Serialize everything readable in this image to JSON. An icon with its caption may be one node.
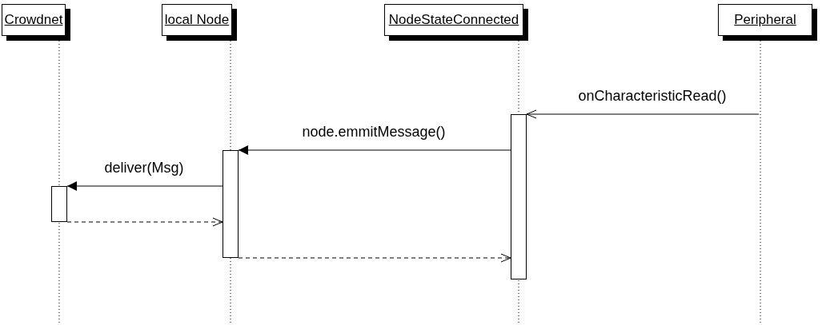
{
  "diagram": {
    "nodes": [
      {
        "text": [
          "Crowdnet"
        ]
      },
      {
        "text": [
          "local Node"
        ]
      },
      {
        "text": [
          "NodeStateConnected"
        ]
      },
      {
        "text": [
          "Peripheral"
        ]
      },
      {
        "text": [],
        "shape": "bar"
      },
      {
        "text": [],
        "shape": "bar"
      },
      {
        "text": [],
        "shape": "bar"
      }
    ],
    "edges": [
      {
        "from": null,
        "to": 4,
        "arrow": "to",
        "label": "onCharacteristicRead()"
      },
      {
        "from": 4,
        "to": 5,
        "arrow": "to",
        "label": "node.emmitMessage()"
      },
      {
        "from": 5,
        "to": 6,
        "arrow": "to",
        "label": "deliver(Msg)"
      },
      {
        "from": 6,
        "to": 5,
        "arrow": "to",
        "style": "dashed"
      },
      {
        "from": 5,
        "to": 4,
        "arrow": "to",
        "style": "dashed"
      }
    ]
  }
}
